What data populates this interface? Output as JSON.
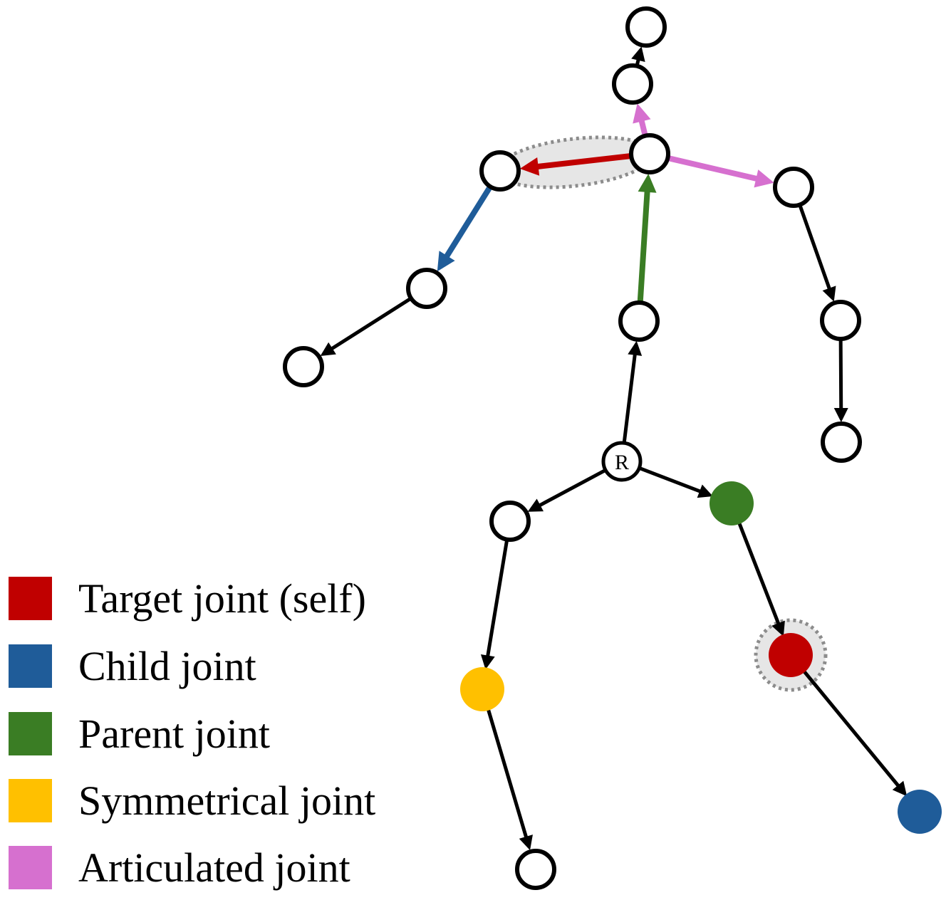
{
  "colors": {
    "target": "#c00000",
    "child": "#1f5c99",
    "parent": "#3a7d24",
    "symmetrical": "#ffc000",
    "articulated": "#d670cf",
    "default_edge": "#000000",
    "highlight_fill": "#e6e6e6",
    "highlight_stroke": "#8c8c8c"
  },
  "root": {
    "label": "R"
  },
  "legend": [
    {
      "key": "target",
      "label": "Target joint (self)"
    },
    {
      "key": "child",
      "label": "Child joint"
    },
    {
      "key": "parent",
      "label": "Parent joint"
    },
    {
      "key": "symmetrical",
      "label": "Symmetrical joint"
    },
    {
      "key": "articulated",
      "label": "Articulated joint"
    }
  ],
  "joints": [
    {
      "id": "root",
      "type": "root"
    },
    {
      "id": "spine",
      "type": "plain"
    },
    {
      "id": "neck",
      "type": "plain"
    },
    {
      "id": "head-lower",
      "type": "plain"
    },
    {
      "id": "head-top",
      "type": "plain"
    },
    {
      "id": "left-shoulder",
      "type": "plain"
    },
    {
      "id": "left-elbow",
      "type": "plain"
    },
    {
      "id": "left-wrist",
      "type": "plain"
    },
    {
      "id": "right-shoulder",
      "type": "plain"
    },
    {
      "id": "right-elbow",
      "type": "plain"
    },
    {
      "id": "right-wrist",
      "type": "plain"
    },
    {
      "id": "left-hip",
      "type": "plain"
    },
    {
      "id": "left-knee",
      "type": "symmetrical"
    },
    {
      "id": "left-ankle",
      "type": "plain"
    },
    {
      "id": "right-hip",
      "type": "parent"
    },
    {
      "id": "right-knee",
      "type": "target"
    },
    {
      "id": "right-ankle",
      "type": "child"
    }
  ],
  "edges": [
    {
      "from": "root",
      "to": "spine",
      "type": "default"
    },
    {
      "from": "spine",
      "to": "neck",
      "type": "parent"
    },
    {
      "from": "neck",
      "to": "head-lower",
      "type": "articulated"
    },
    {
      "from": "head-lower",
      "to": "head-top",
      "type": "default"
    },
    {
      "from": "neck",
      "to": "left-shoulder",
      "type": "target"
    },
    {
      "from": "left-shoulder",
      "to": "left-elbow",
      "type": "child"
    },
    {
      "from": "left-elbow",
      "to": "left-wrist",
      "type": "default"
    },
    {
      "from": "neck",
      "to": "right-shoulder",
      "type": "articulated"
    },
    {
      "from": "right-shoulder",
      "to": "right-elbow",
      "type": "default"
    },
    {
      "from": "right-elbow",
      "to": "right-wrist",
      "type": "default"
    },
    {
      "from": "root",
      "to": "left-hip",
      "type": "default"
    },
    {
      "from": "left-hip",
      "to": "left-knee",
      "type": "default"
    },
    {
      "from": "left-knee",
      "to": "left-ankle",
      "type": "default"
    },
    {
      "from": "root",
      "to": "right-hip",
      "type": "default"
    },
    {
      "from": "right-hip",
      "to": "right-knee",
      "type": "default"
    },
    {
      "from": "right-knee",
      "to": "right-ankle",
      "type": "default"
    }
  ],
  "highlights": [
    {
      "kind": "bone",
      "from": "neck",
      "to": "left-shoulder"
    },
    {
      "kind": "joint",
      "joint": "right-knee"
    }
  ]
}
